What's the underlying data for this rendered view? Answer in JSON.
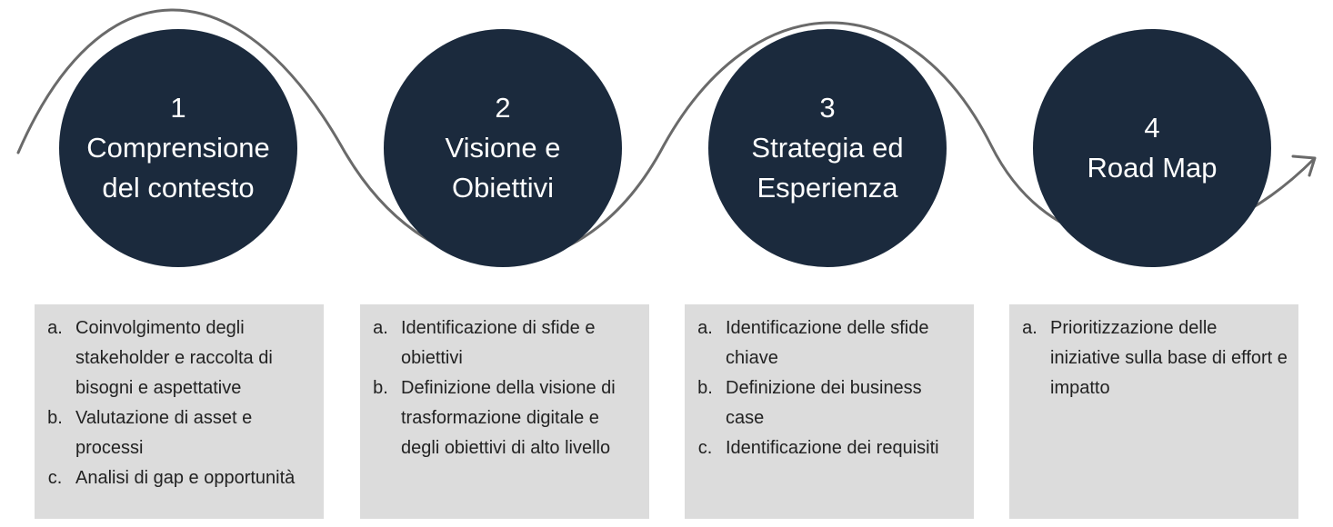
{
  "colors": {
    "circle_fill": "#1b2a3d",
    "circle_text": "#ffffff",
    "box_fill": "#dcdcdc",
    "arrow_stroke": "#6a6a6a"
  },
  "steps": [
    {
      "number": "1",
      "title_lines": [
        "Comprensione",
        "del contesto"
      ],
      "items": [
        {
          "marker": "a.",
          "text": "Coinvolgimento degli stakeholder e raccolta di bisogni e aspettative"
        },
        {
          "marker": "b.",
          "text": "Valutazione di asset e processi"
        },
        {
          "marker": "c.",
          "text": "Analisi di gap e opportunità"
        }
      ]
    },
    {
      "number": "2",
      "title_lines": [
        "Visione e",
        "Obiettivi"
      ],
      "items": [
        {
          "marker": "a.",
          "text": "Identificazione di sfide e obiettivi"
        },
        {
          "marker": "b.",
          "text": "Definizione della visione di trasformazione digitale e degli obiettivi di alto livello"
        }
      ]
    },
    {
      "number": "3",
      "title_lines": [
        "Strategia ed",
        "Esperienza"
      ],
      "items": [
        {
          "marker": "a.",
          "text": "Identificazione delle sfide chiave"
        },
        {
          "marker": "b.",
          "text": "Definizione dei business case"
        },
        {
          "marker": "c.",
          "text": "Identificazione dei requisiti"
        }
      ]
    },
    {
      "number": "4",
      "title_lines": [
        "Road Map"
      ],
      "items": [
        {
          "marker": "a.",
          "text": "Prioritizzazione delle iniziative sulla base di effort e impatto"
        }
      ]
    }
  ]
}
